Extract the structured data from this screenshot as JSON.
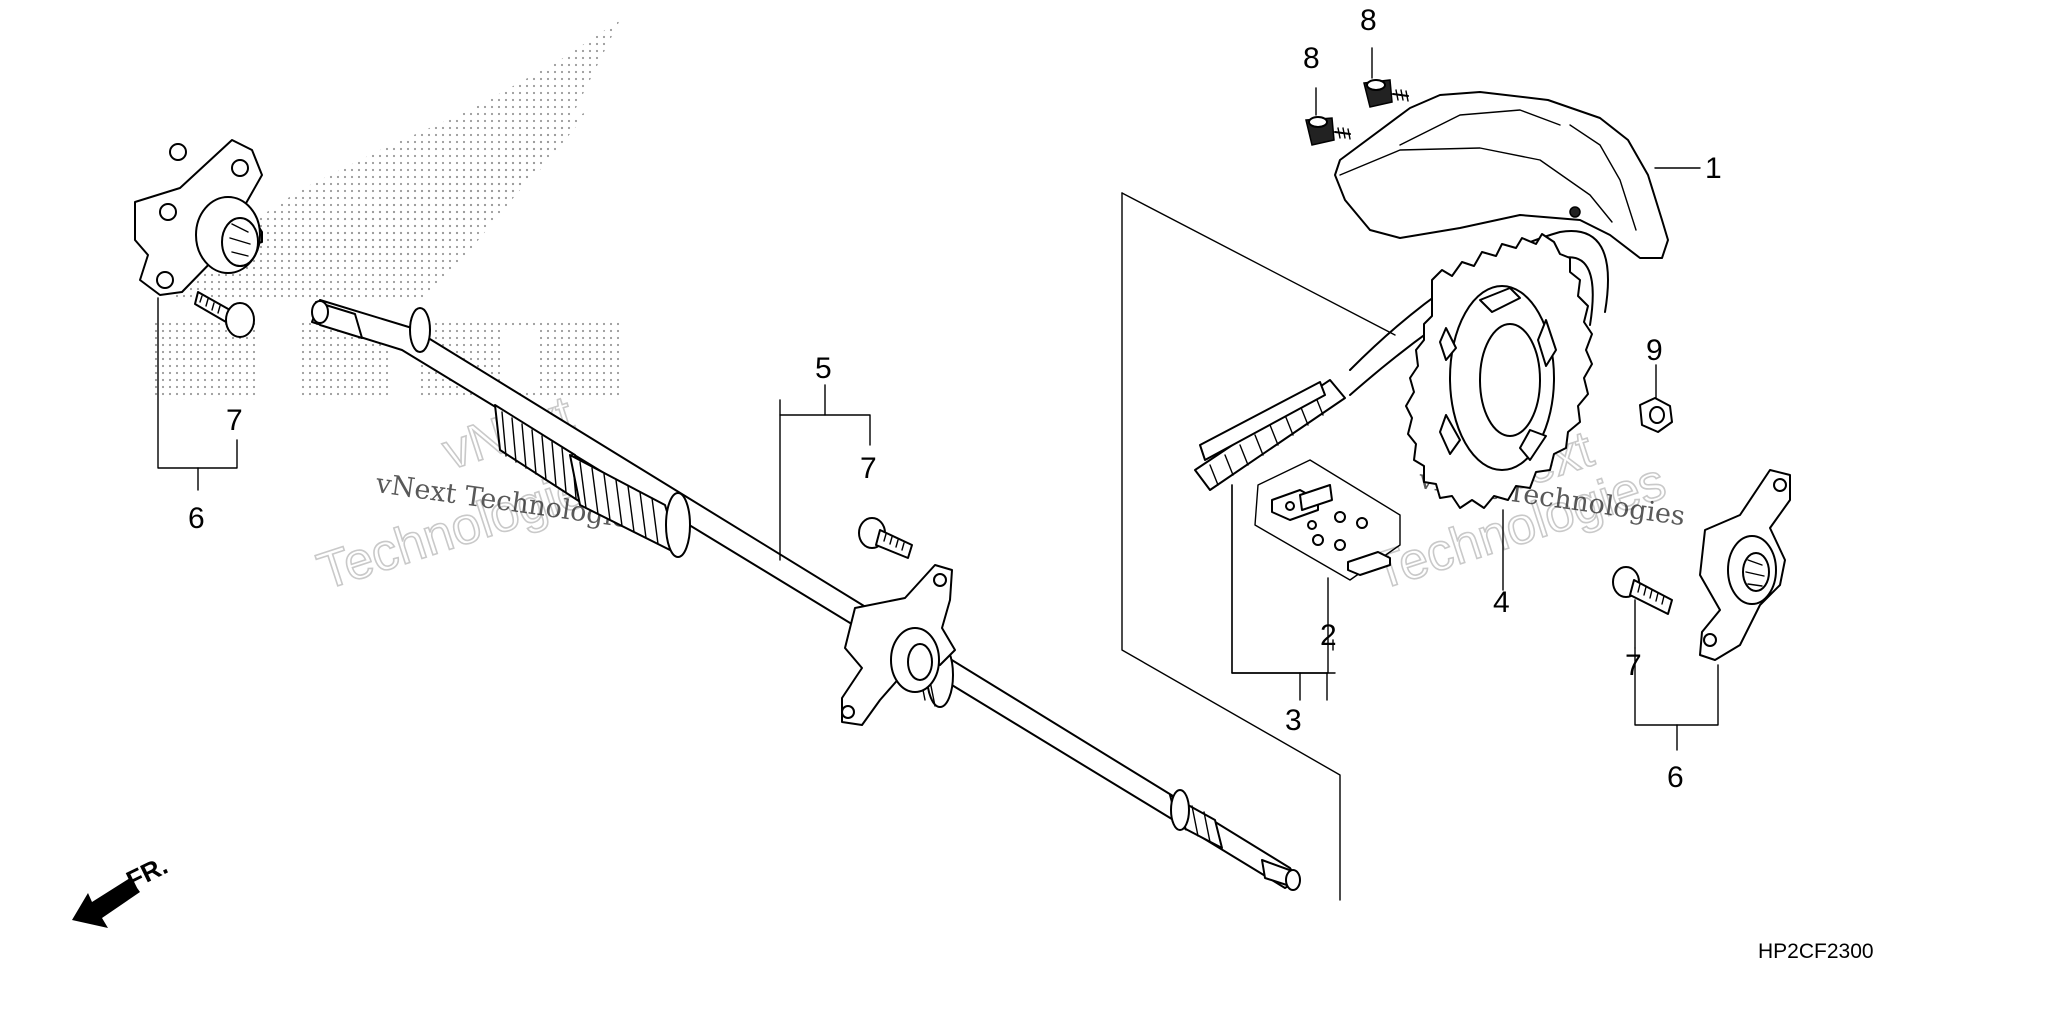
{
  "callouts": {
    "c1": "1",
    "c2": "2",
    "c3": "3",
    "c4": "4",
    "c5": "5",
    "c6_left": "6",
    "c6_right": "6",
    "c7_left": "7",
    "c7_mid": "7",
    "c7_right": "7",
    "c8_a": "8",
    "c8_b": "8",
    "c9": "9"
  },
  "diagram_code": "HP2CF2300",
  "direction_label": "FR.",
  "watermark": {
    "line1": "vNext Technologies",
    "outline_a": "vNext",
    "outline_b": "Technologies"
  },
  "icons": [
    "front-direction-arrow-icon",
    "honda-wing-logo-icon"
  ],
  "colors": {
    "ink": "#000000",
    "watermark": "#c9c9c9",
    "background": "#ffffff"
  }
}
